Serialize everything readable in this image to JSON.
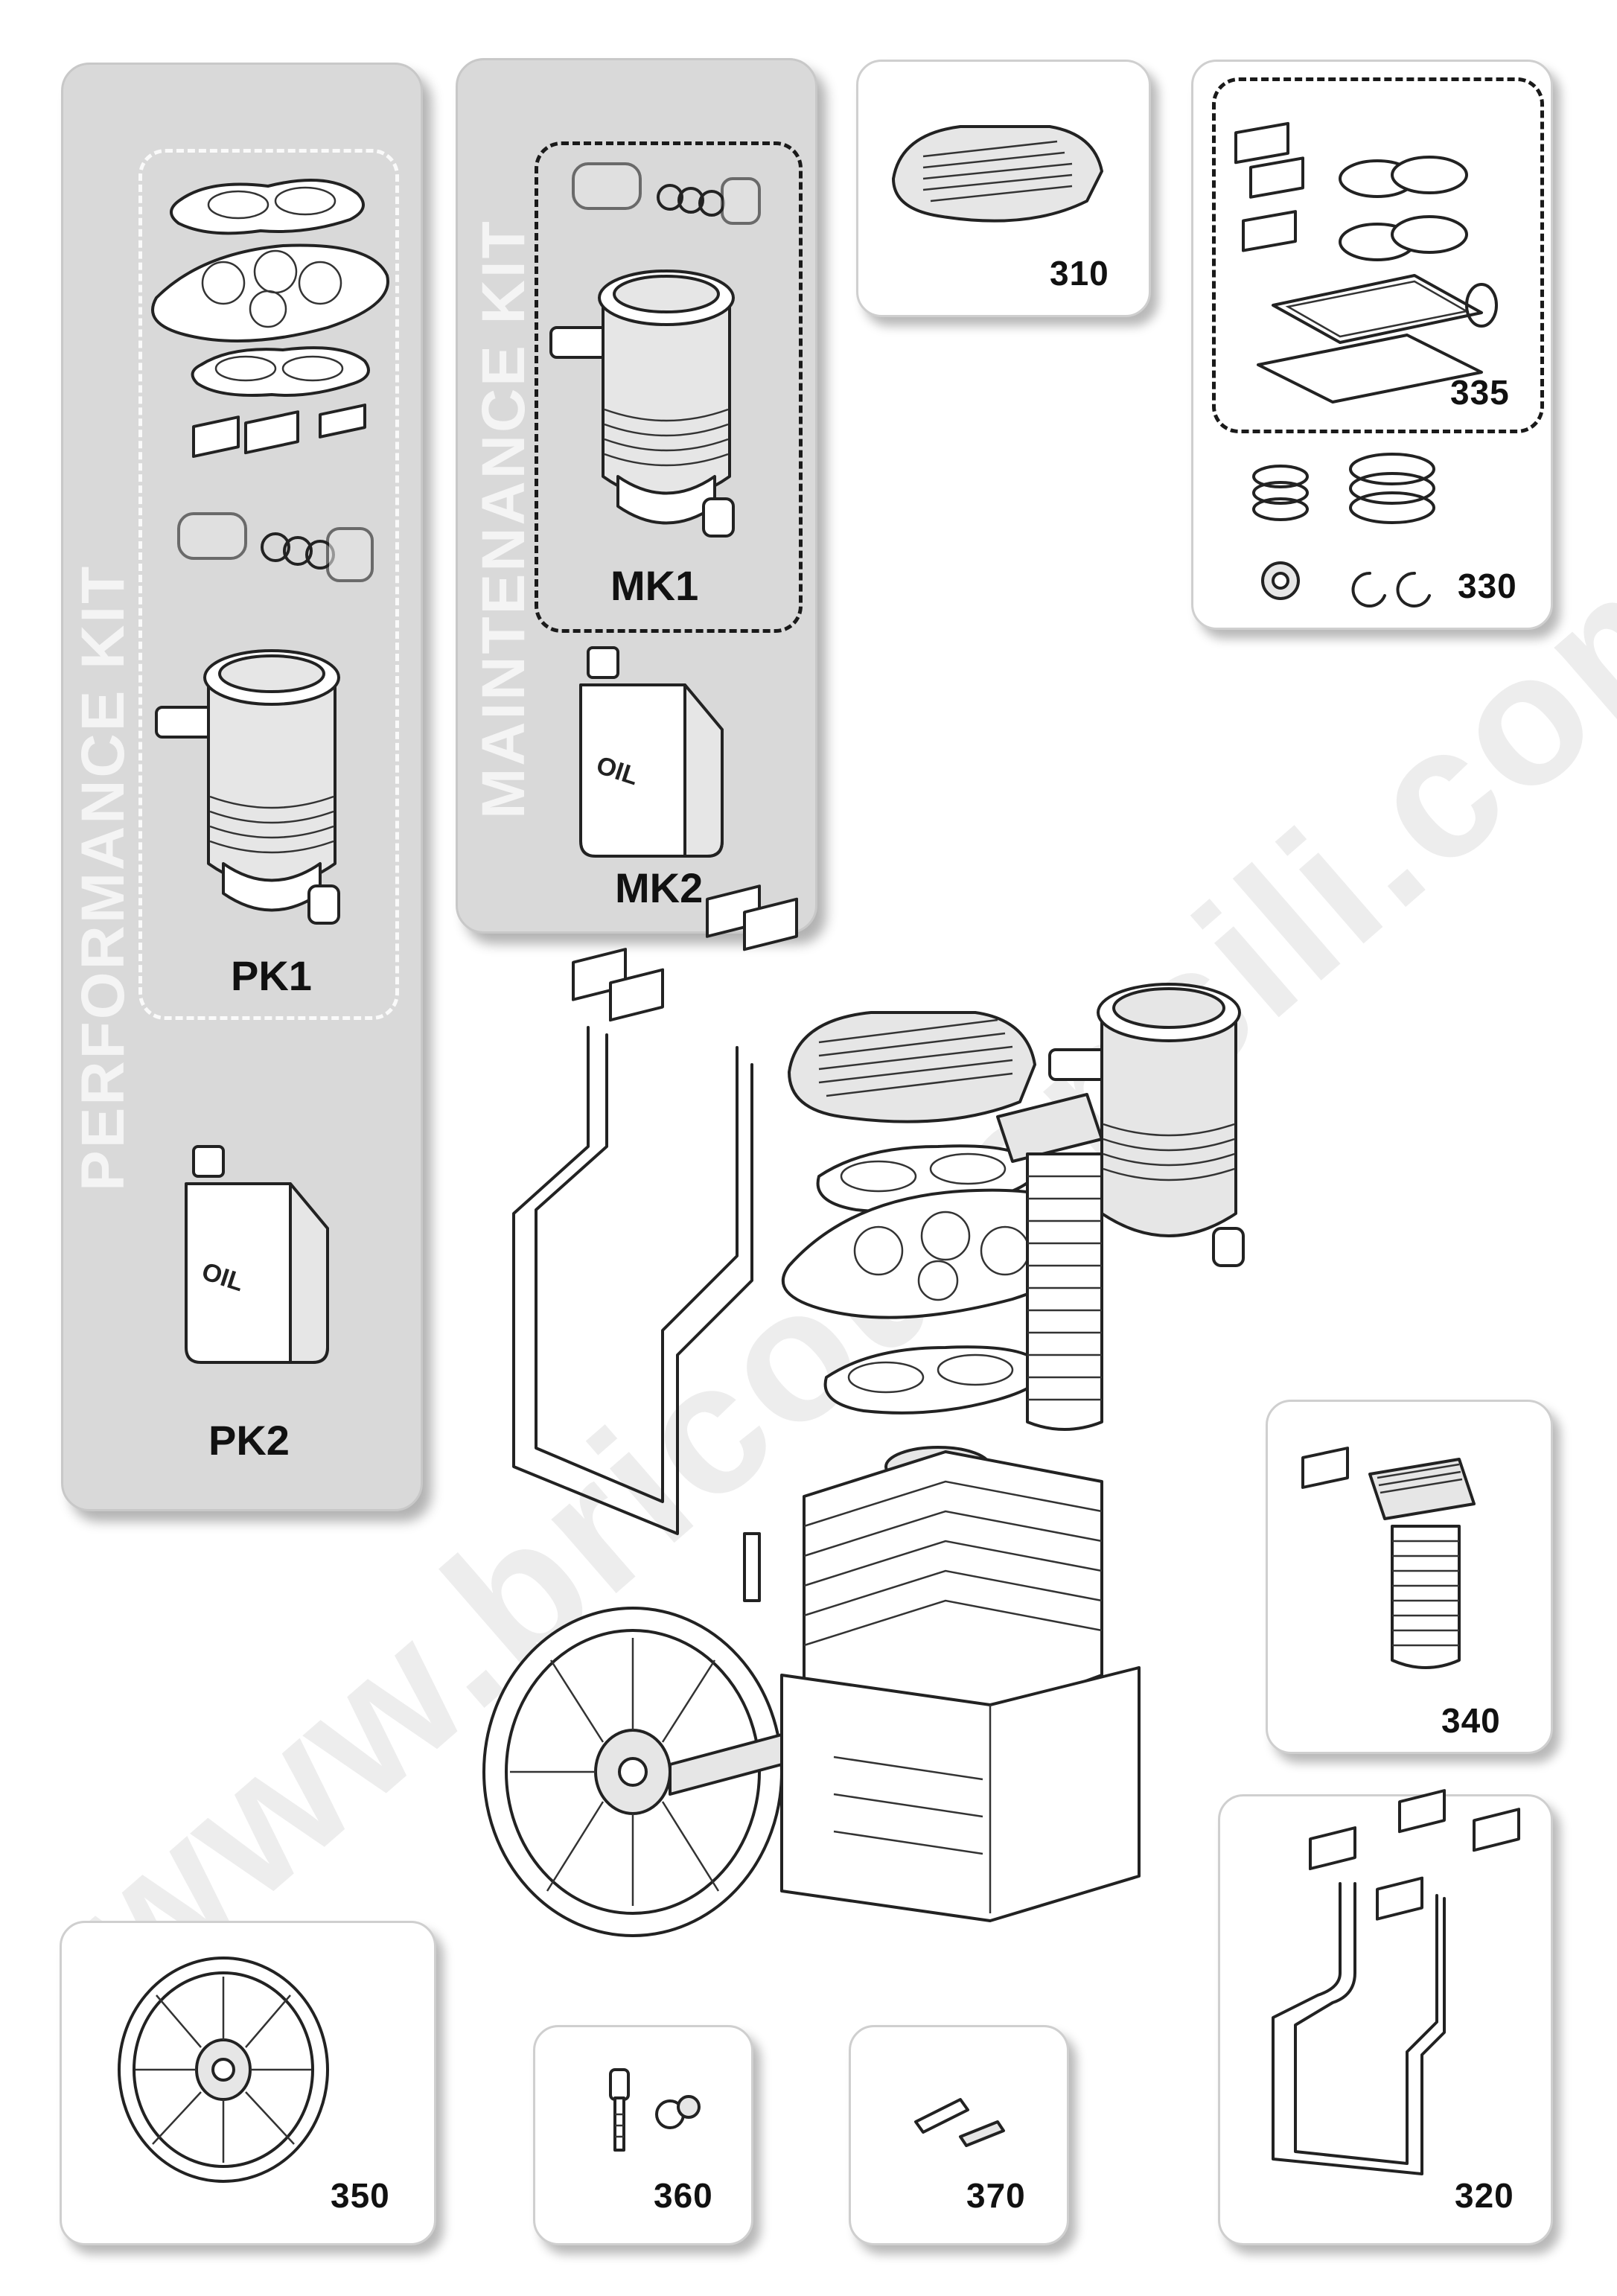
{
  "kits": {
    "performance": {
      "title": "PERFORMANCE  KIT",
      "items": [
        "PK1",
        "PK2"
      ],
      "oil_label": "OIL"
    },
    "maintenance": {
      "title": "MAINTENANCE  KIT",
      "items": [
        "MK1",
        "MK2"
      ],
      "oil_label": "OIL"
    }
  },
  "parts": {
    "p310": "310",
    "p335": "335",
    "p330": "330",
    "p340": "340",
    "p320": "320",
    "p350": "350",
    "p360": "360",
    "p370": "370"
  },
  "watermark": "www.bricoutensili.com"
}
